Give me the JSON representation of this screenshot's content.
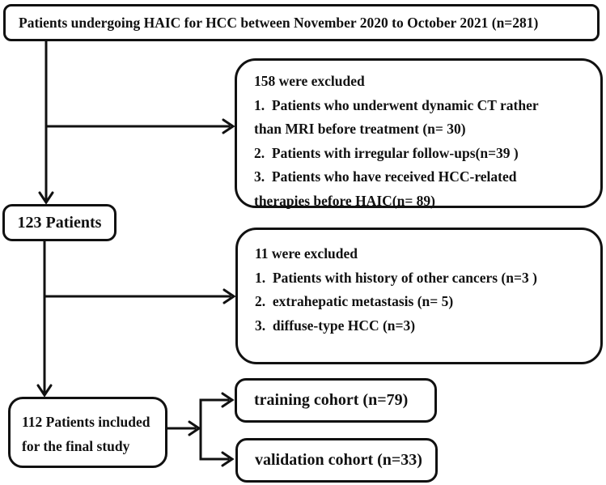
{
  "flow": {
    "top_box": {
      "text": "Patients undergoing HAIC for HCC between November 2020 to October 2021 (n=281)"
    },
    "exclusion1": {
      "lines": [
        "158 were excluded",
        "1.  Patients who underwent dynamic CT rather",
        "than MRI before treatment (n= 30)",
        "2.  Patients with irregular follow-ups(n=39 )",
        "3.  Patients who have received HCC-related",
        "therapies before HAIC(n= 89)"
      ]
    },
    "patients123": {
      "text": "123 Patients"
    },
    "exclusion2": {
      "lines": [
        "11 were excluded",
        "1.  Patients with history of other cancers (n=3 )",
        "2.  extrahepatic metastasis (n= 5)",
        "3.  diffuse-type HCC (n=3)"
      ]
    },
    "patients112": {
      "lines": [
        "112 Patients included",
        "for the final study"
      ]
    },
    "training_box": {
      "text": "training cohort (n=79)"
    },
    "validation_box": {
      "text": "validation cohort (n=33)"
    },
    "colors": {
      "line": "#111111",
      "text": "#111111",
      "background": "#ffffff"
    }
  }
}
